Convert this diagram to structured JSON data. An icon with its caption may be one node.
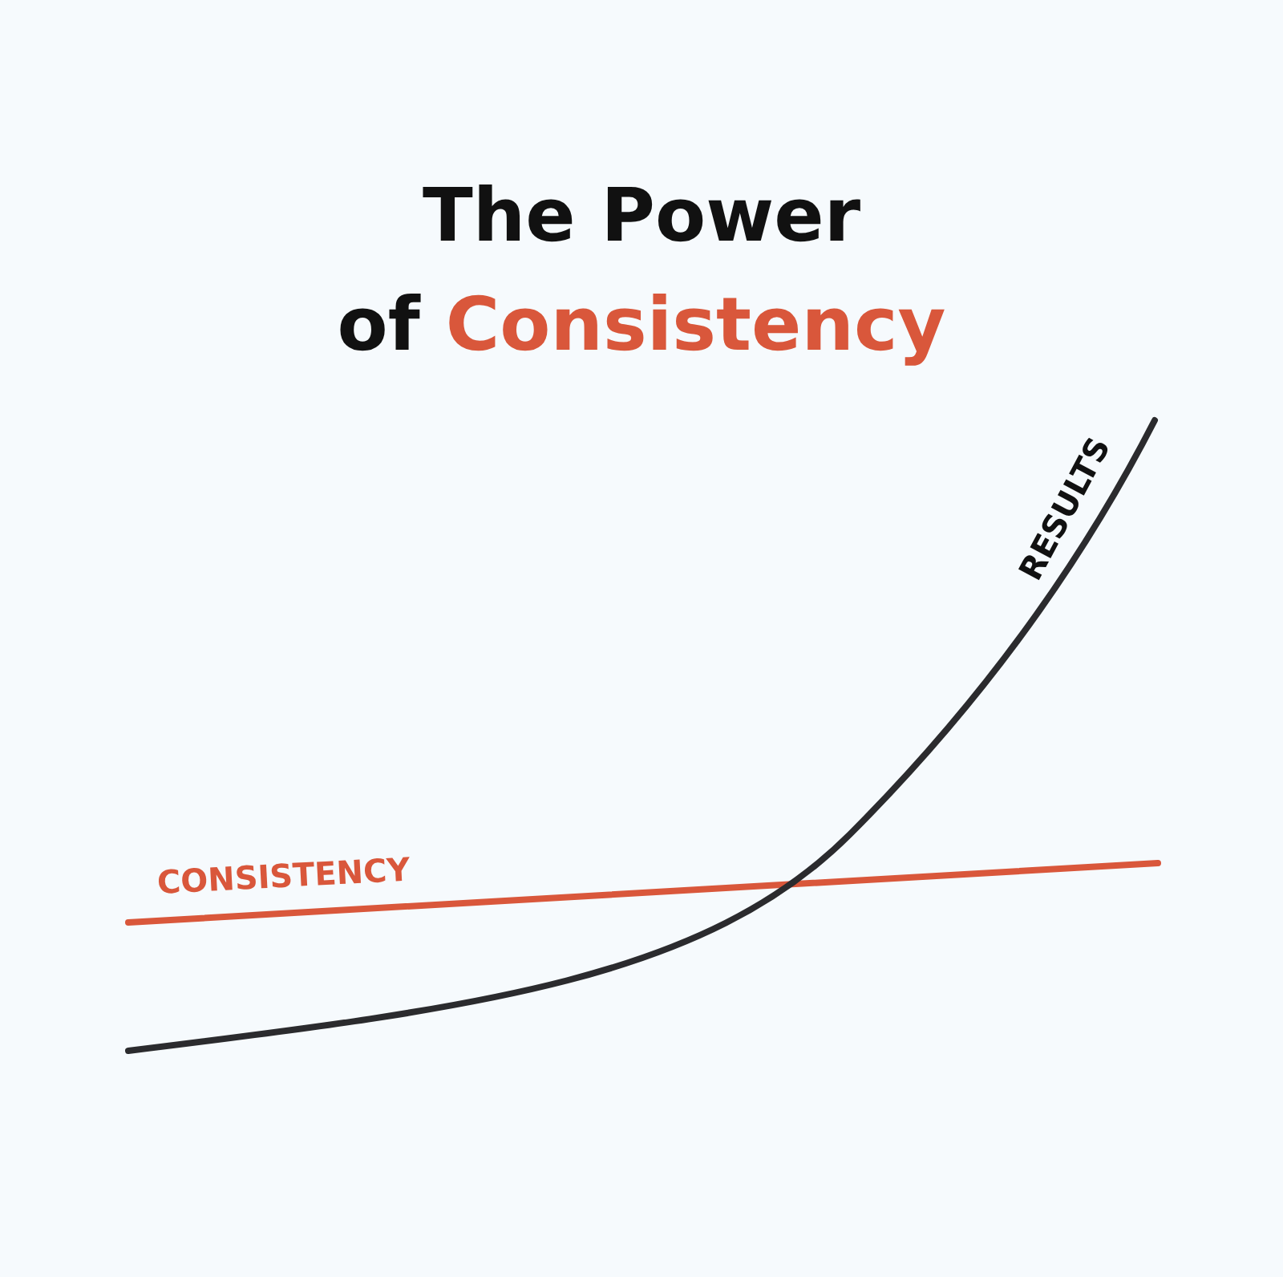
{
  "diagram": {
    "title": "The Power of Consistency",
    "labels": [
      "CONSISTENCY",
      "RESULTS"
    ]
  }
}
